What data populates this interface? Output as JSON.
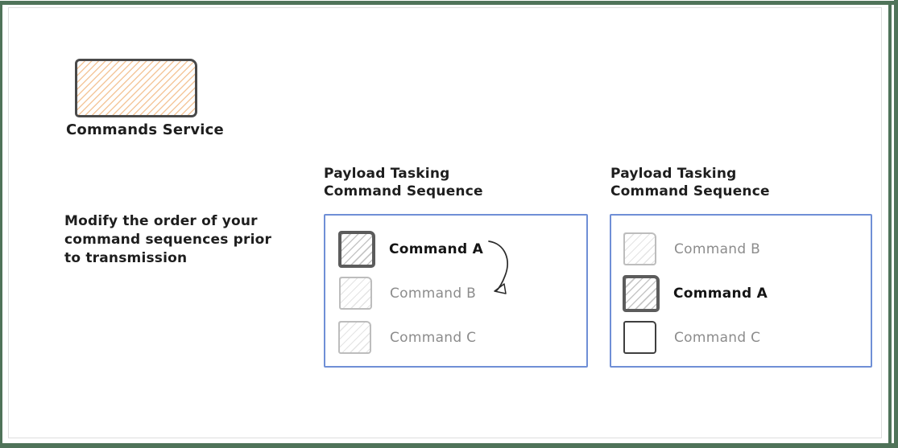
{
  "service": {
    "label": "Commands Service"
  },
  "note": {
    "line1": "Modify the order of your",
    "line2": "command sequences prior",
    "line3": "to transmission"
  },
  "panels": [
    {
      "title_line1": "Payload Tasking",
      "title_line2": "Command Sequence",
      "items": [
        {
          "label": "Command A",
          "state": "selected"
        },
        {
          "label": "Command B",
          "state": "normal"
        },
        {
          "label": "Command C",
          "state": "normal"
        }
      ]
    },
    {
      "title_line1": "Payload Tasking",
      "title_line2": "Command Sequence",
      "items": [
        {
          "label": "Command B",
          "state": "normal"
        },
        {
          "label": "Command A",
          "state": "selected"
        },
        {
          "label": "Command C",
          "state": "normal"
        }
      ]
    }
  ],
  "icons": {
    "reorder_arrow": "curved-arrow-from-command-a-to-command-b"
  },
  "colors": {
    "frame_green": "#4f7359",
    "panel_border_blue": "#6f8fd6",
    "ink": "#1e1e1e",
    "muted_text": "#8c8c8c",
    "service_hatch_orange": "#f4c79c",
    "selected_box_border": "#5c5c5c",
    "selected_box_hatch": "#c6c6c6",
    "faint_box_border": "#bdbdbd",
    "plain_box_border": "#3f3f3f",
    "canvas_outline": "#dedede"
  }
}
